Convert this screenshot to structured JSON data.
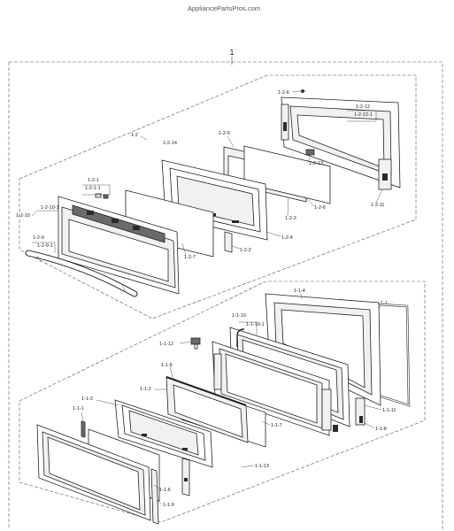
{
  "watermark": "AppliancePartsPros.com",
  "assembly_label": "1",
  "upper_assembly": {
    "label": "1-2",
    "parts": {
      "p1_2_1": "1-2-1",
      "p1_2_1_1": "1-2-1-1",
      "p1_2_2": "1-2-2",
      "p1_2_3": "1-2-3",
      "p1_2_4": "1-2-4",
      "p1_2_5": "1-2-5",
      "p1_2_6": "1-2-6",
      "p1_2_6_top": "1-2-6",
      "p1_2_7": "1-2-7",
      "p1_2_9": "1-2-9",
      "p1_2_9_1": "1-2-9-1",
      "p1_2_10": "1-2-10",
      "p1_2_10_1": "1-2-10-1",
      "p1_2_11": "1-2-11",
      "p1_2_12": "1-2-12",
      "p1_2_12_1": "1-2-12-1",
      "p1_2_13": "1-2-13",
      "p1_2_14": "1-2-14"
    }
  },
  "lower_assembly": {
    "label": "1-1",
    "parts": {
      "p1_1_1": "1-1-1",
      "p1_1_2": "1-1-2",
      "p1_1_3": "1-1-3",
      "p1_1_4": "1-1-4",
      "p1_1_5": "1-1-5",
      "p1_1_6": "1-1-6",
      "p1_1_7": "1-1-7",
      "p1_1_8": "1-1-8",
      "p1_1_9": "1-1-9",
      "p1_1_10": "1-1-10",
      "p1_1_10_1": "1-1-10-1",
      "p1_1_11": "1-1-11",
      "p1_1_12": "1-1-12",
      "p1_1_13": "1-1-13"
    }
  }
}
